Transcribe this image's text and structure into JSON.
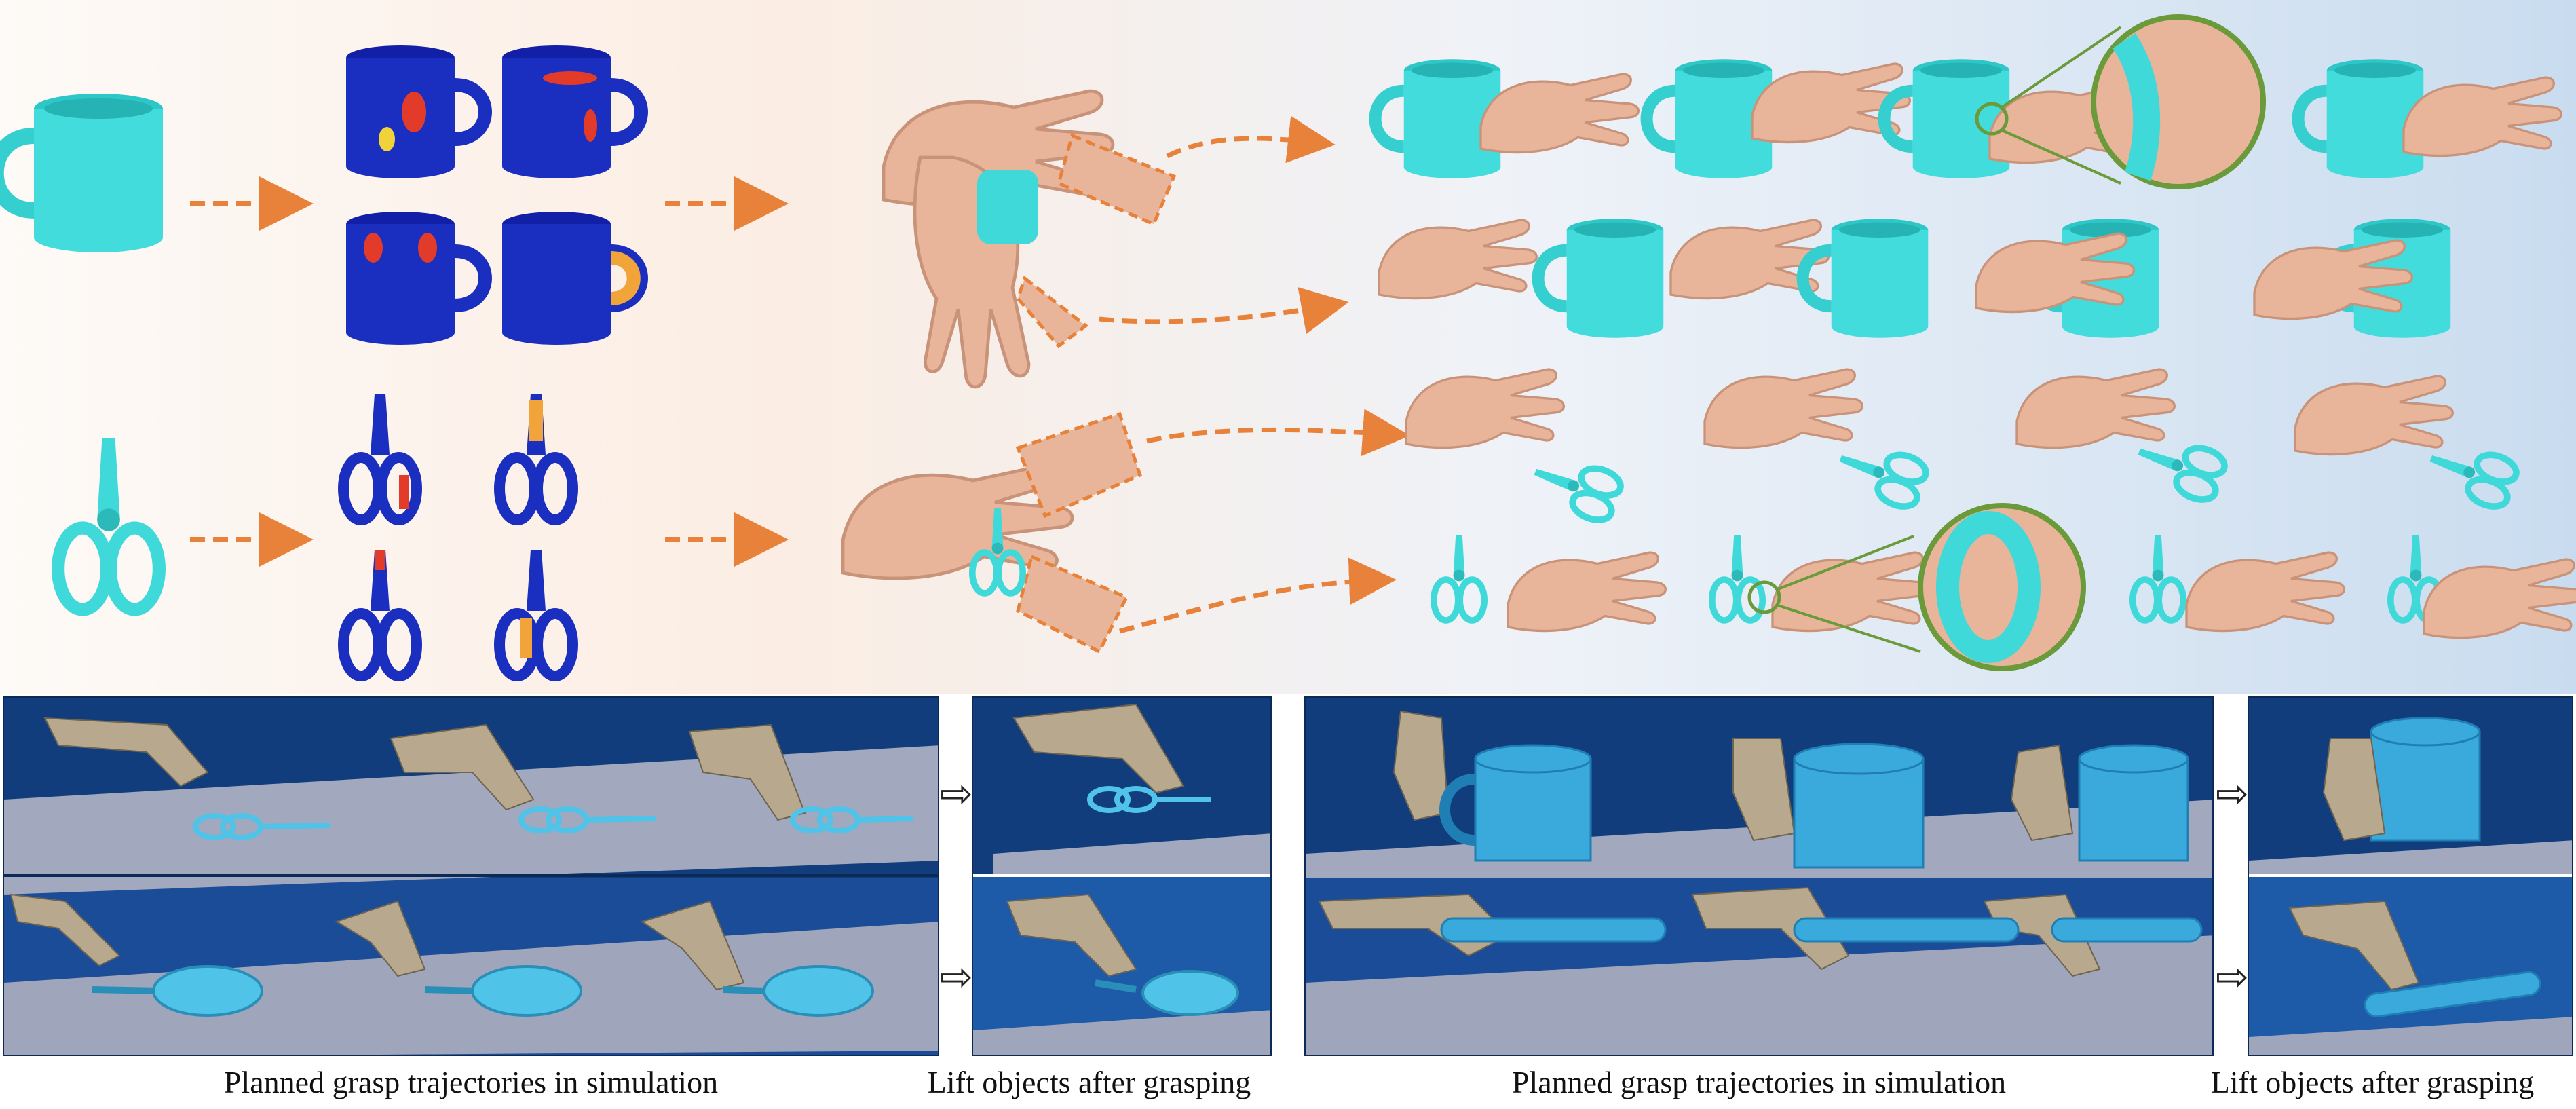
{
  "captions": {
    "left_trajectory": "Planned grasp trajectories in simulation",
    "left_lift": "Lift objects after grasping",
    "right_trajectory": "Planned grasp trajectories in simulation",
    "right_lift": "Lift objects after grasping"
  },
  "colors": {
    "object_cyan": "#3fd9d9",
    "hand_skin": "#e8b49a",
    "arrow_orange": "#e8823a",
    "heatmap_blue": "#1a2fbf",
    "zoom_green": "#6a9a3a",
    "sim_blue": "#1e4f9a",
    "robot_hand": "#b8a98e"
  },
  "icons": [
    "mug-icon",
    "scissors-icon",
    "heatmap-mug-icon",
    "heatmap-scissors-icon",
    "hand-icon",
    "robot-hand-icon",
    "pan-icon",
    "bottle-icon",
    "right-arrow-icon"
  ]
}
